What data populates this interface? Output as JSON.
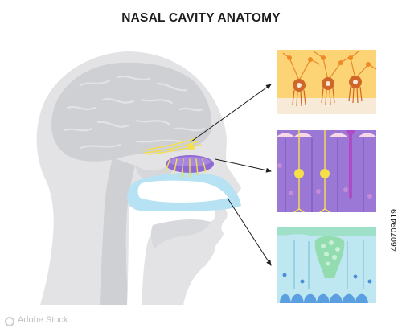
{
  "title": "NASAL CAVITY ANATOMY",
  "image_id": "460709419",
  "brand": "Adobe Stock",
  "colors": {
    "head": "#e3e3e5",
    "brain": "#cfd0d3",
    "nerve": "#f5e04a",
    "bulb": "#8f6ad4",
    "cavity": "#b6e2f4",
    "panel_top_bg": "#fdd475",
    "panel_mid_bg": "#9b78d6",
    "panel_bot_bg": "#bfe7f2"
  }
}
